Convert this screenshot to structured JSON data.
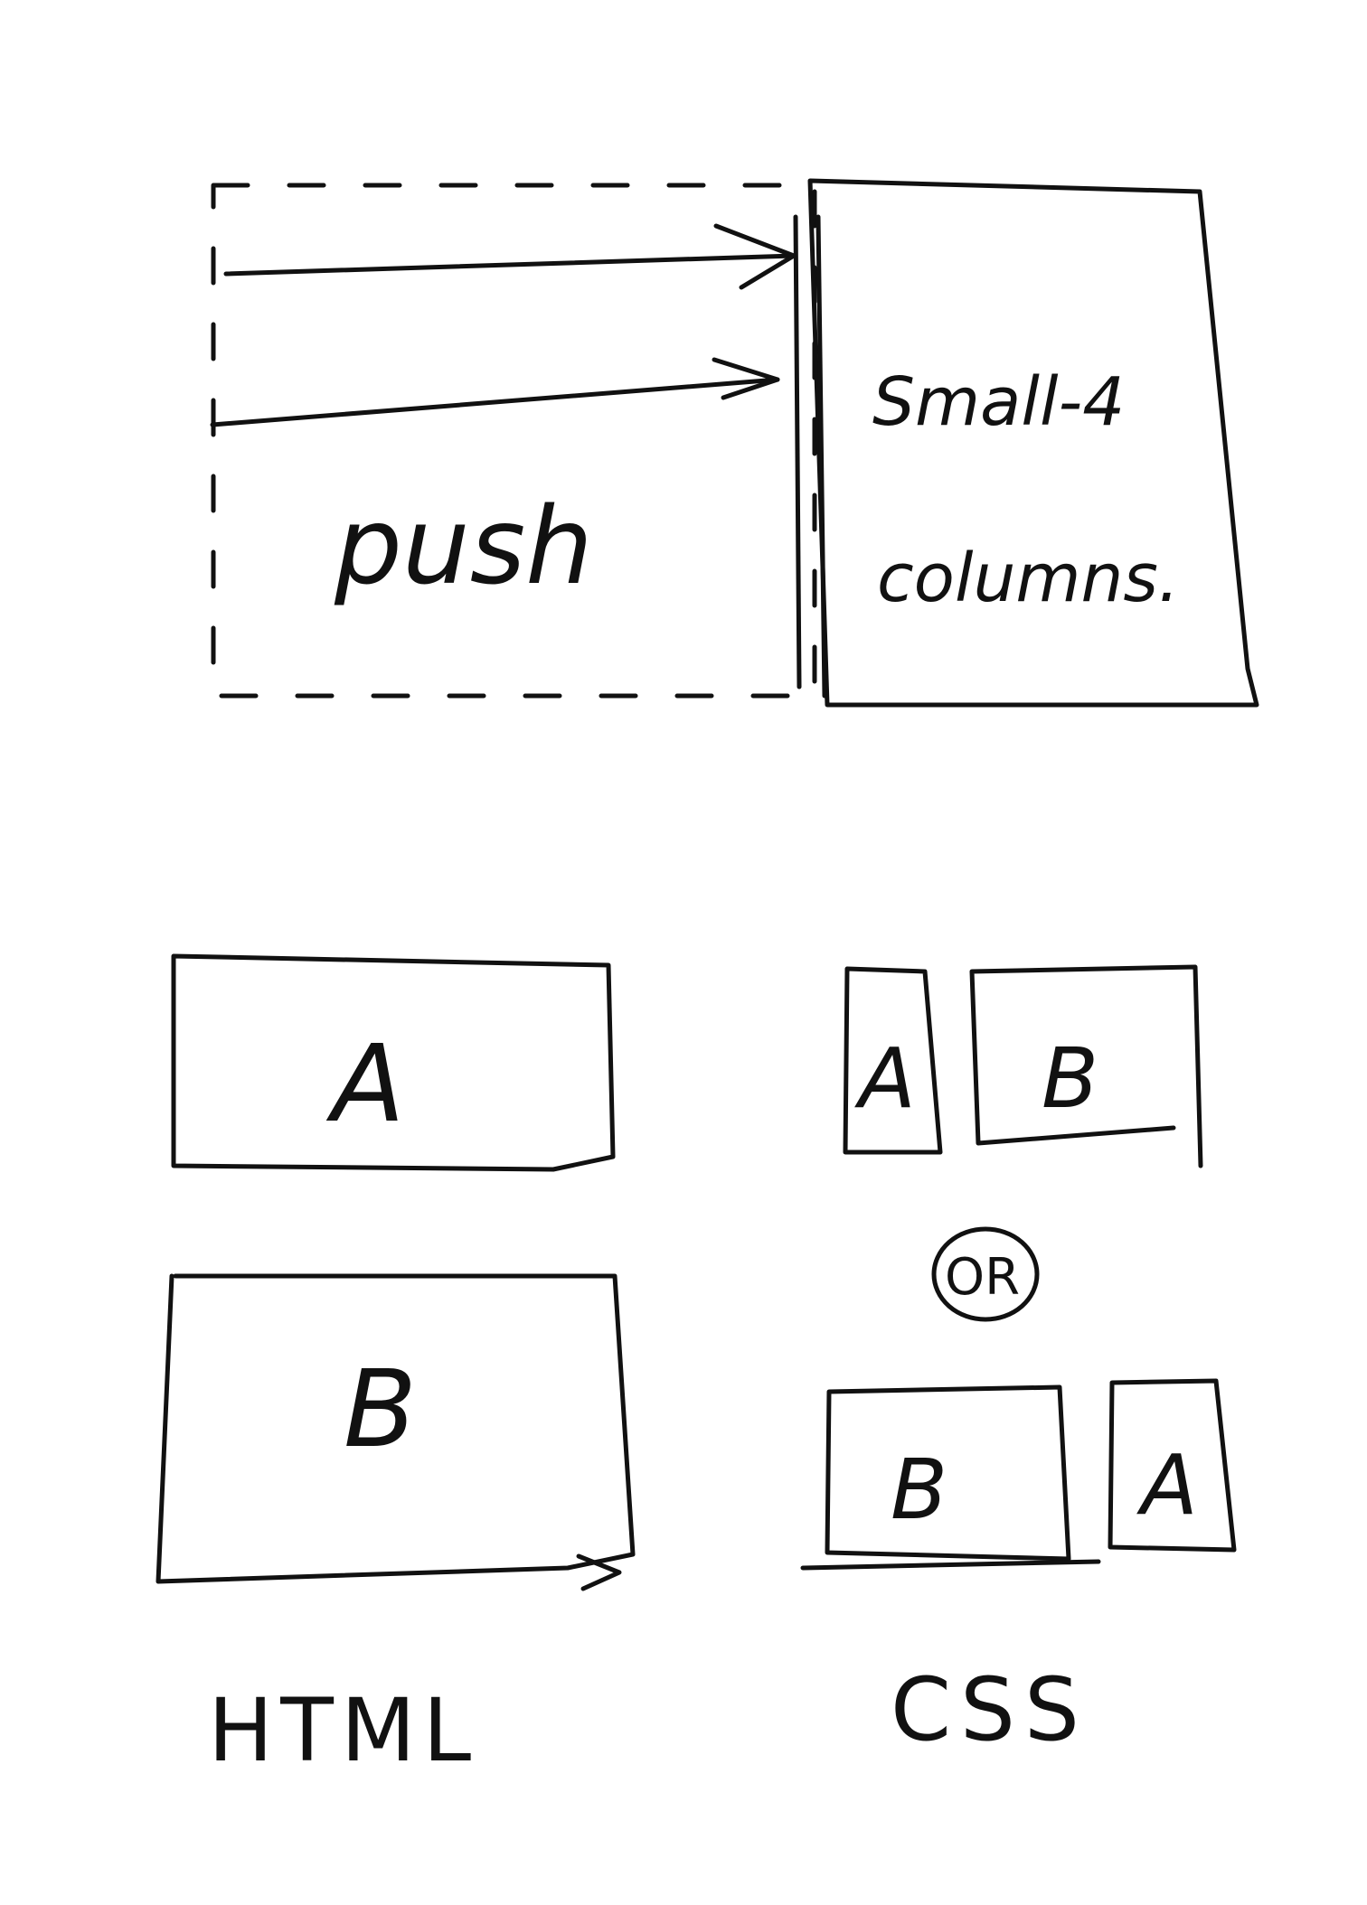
{
  "push_diagram": {
    "push_label": "push",
    "column_label_line1": "Small-4",
    "column_label_line2": "columns."
  },
  "html_side": {
    "box_a_label": "A",
    "box_b_label": "B",
    "caption": "HTML"
  },
  "css_side": {
    "top_a_label": "A",
    "top_b_label": "B",
    "or_label": "OR",
    "bottom_b_label": "B",
    "bottom_a_label": "A",
    "caption": "CSS"
  },
  "colors": {
    "ink": "#111111",
    "paper": "#ffffff"
  }
}
